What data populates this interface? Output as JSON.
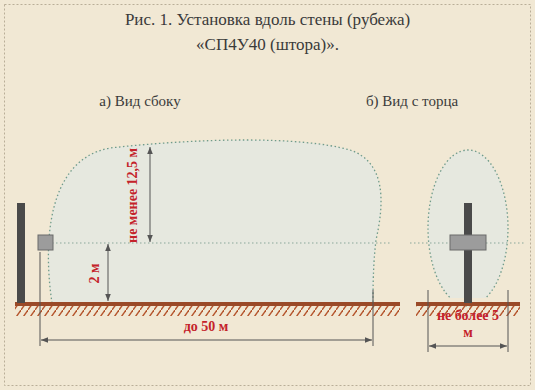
{
  "diagram": {
    "title": "Рис. 1. Установка вдоль стены (рубежа) «СП4У40 (штора)».",
    "labels": [
      "а) Вид сбоку",
      "б) Вид с торца",
      "не менее 12,5 м",
      "2 м",
      "до 50 м",
      "не более 5 м"
    ]
  }
}
